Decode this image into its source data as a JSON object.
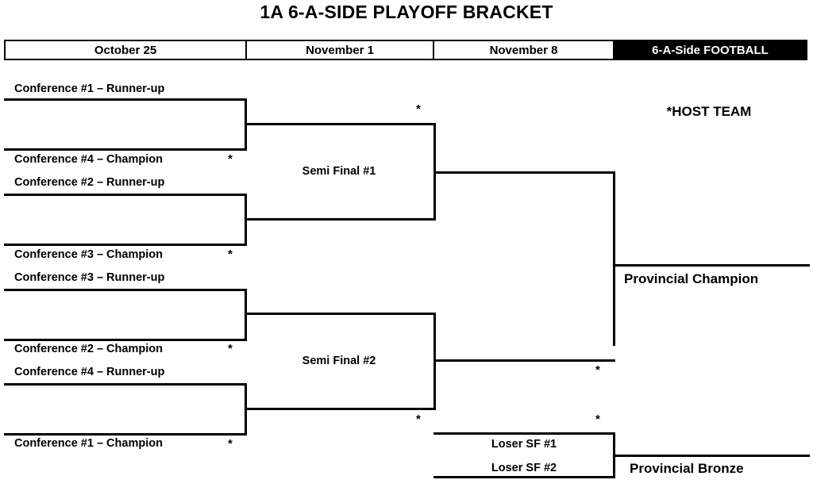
{
  "title": "1A 6-A-SIDE PLAYOFF BRACKET",
  "header": {
    "cells": [
      {
        "label": "October 25",
        "style": "light"
      },
      {
        "label": "November 1",
        "style": "light"
      },
      {
        "label": "November 8",
        "style": "light"
      },
      {
        "label": "6-A-Side FOOTBALL",
        "style": "dark"
      }
    ]
  },
  "legend": {
    "host_team": "*HOST TEAM",
    "host_marker": "*"
  },
  "round1": {
    "matchups": [
      {
        "top_team": "Conference #1 – Runner-up",
        "bottom_team": "Conference #4 – Champion",
        "bottom_host": "*"
      },
      {
        "top_team": "Conference #2 – Runner-up",
        "bottom_team": "Conference #3 – Champion",
        "bottom_host": "*"
      },
      {
        "top_team": "Conference #3 – Runner-up",
        "bottom_team": "Conference #2 – Champion",
        "bottom_host": "*"
      },
      {
        "top_team": "Conference #4 – Runner-up",
        "bottom_team": "Conference #1 – Champion",
        "bottom_host": "*"
      }
    ]
  },
  "round2": {
    "matchups": [
      {
        "label": "Semi Final #1",
        "host": "*"
      },
      {
        "label": "Semi Final #2",
        "host": "*"
      }
    ]
  },
  "final": {
    "host": "*",
    "result_label": "Provincial Champion"
  },
  "bronze": {
    "host": "*",
    "entries": [
      "Loser SF #1",
      "Loser SF #2"
    ],
    "result_label": "Provincial Bronze"
  },
  "colors": {
    "line": "#000000",
    "background": "#ffffff",
    "header_dark_bg": "#000000",
    "header_dark_text": "#ffffff"
  }
}
